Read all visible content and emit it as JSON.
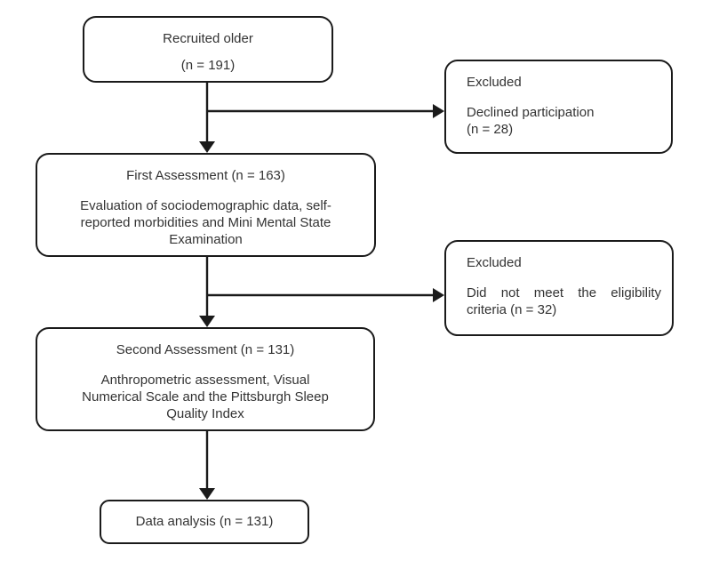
{
  "figure": {
    "background": "#ffffff",
    "line_color": "#1a1a1a",
    "text_color": "#333333"
  },
  "boxes": {
    "recruited": {
      "heading": "Recruited older",
      "body": "(n = 191)"
    },
    "excluded_declined": {
      "heading": "Excluded",
      "body": [
        "Declined participation",
        "(n = 28)"
      ]
    },
    "first_assessment": {
      "heading": "First Assessment (n = 163)",
      "body": [
        "Evaluation of sociodemographic data, self-",
        "reported morbidities and Mini Mental State",
        "Examination"
      ]
    },
    "excluded_eligibility": {
      "heading": "Excluded",
      "body": "Did not meet the eligibility criteria (n = 32)"
    },
    "second_assessment": {
      "heading": "Second Assessment (n = 131)",
      "body": [
        "Anthropometric assessment, Visual",
        "Numerical Scale and the Pittsburgh Sleep",
        "Quality Index"
      ]
    },
    "data_analysis": {
      "heading": "Data analysis (n = 131)"
    }
  },
  "edges": [
    {
      "from": "recruited",
      "to": "first_assessment"
    },
    {
      "from": "recruited",
      "to": "excluded_declined"
    },
    {
      "from": "first_assessment",
      "to": "second_assessment"
    },
    {
      "from": "first_assessment",
      "to": "excluded_eligibility"
    },
    {
      "from": "second_assessment",
      "to": "data_analysis"
    }
  ]
}
